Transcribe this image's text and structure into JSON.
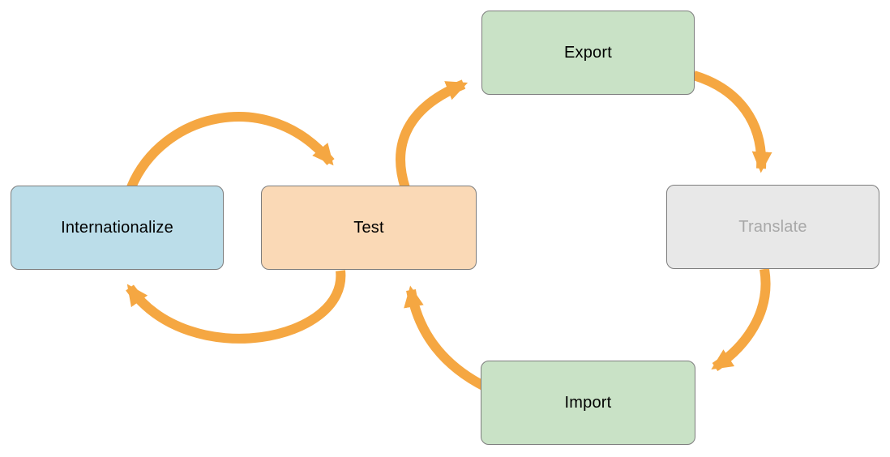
{
  "diagram": {
    "arrow_color": "#F5A742",
    "node_border_color": "#7D7D7D",
    "nodes": [
      {
        "id": "internationalize",
        "label": "Internationalize",
        "fill": "#BBDDE9",
        "text_color": "#000000",
        "state": "normal"
      },
      {
        "id": "test",
        "label": "Test",
        "fill": "#FAD9B6",
        "text_color": "#000000",
        "state": "normal"
      },
      {
        "id": "export",
        "label": "Export",
        "fill": "#C9E2C6",
        "text_color": "#000000",
        "state": "normal"
      },
      {
        "id": "translate",
        "label": "Translate",
        "fill": "#E8E8E8",
        "text_color": "#A8A8A8",
        "state": "dimmed"
      },
      {
        "id": "import",
        "label": "Import",
        "fill": "#C9E2C6",
        "text_color": "#000000",
        "state": "normal"
      }
    ],
    "edges": [
      {
        "from": "internationalize",
        "to": "test"
      },
      {
        "from": "test",
        "to": "internationalize"
      },
      {
        "from": "test",
        "to": "export"
      },
      {
        "from": "export",
        "to": "translate"
      },
      {
        "from": "translate",
        "to": "import"
      },
      {
        "from": "import",
        "to": "test"
      }
    ]
  }
}
